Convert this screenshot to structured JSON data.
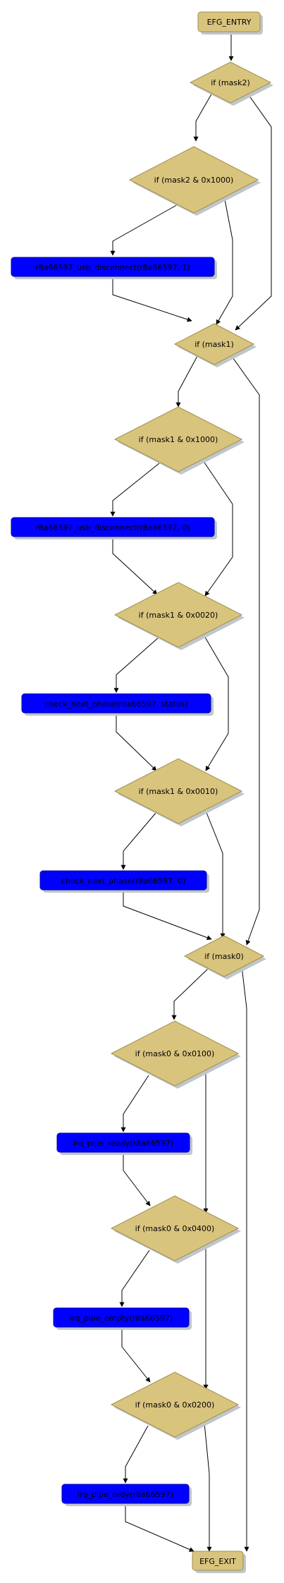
{
  "colors": {
    "decision_fill": "#d9c47e",
    "decision_stroke": "#a08f4c",
    "action_fill": "#0000ff",
    "action_stroke": "#0000a8",
    "action_text": "#000000",
    "text": "#000000",
    "edge": "#000000",
    "shadow": "#bfc6cc"
  },
  "nodes": {
    "entry": "EFG_ENTRY",
    "if_mask2": "if (mask2)",
    "if_mask2_1000": "if (mask2 & 0x1000)",
    "usb_disconnect_1": "r8a66597_usb_disconnect(r8a66597, 1)",
    "if_mask1": "if (mask1)",
    "if_mask1_1000": "if (mask1 & 0x1000)",
    "usb_disconnect_0": "r8a66597_usb_disconnect(r8a66597, 0)",
    "if_mask1_0020": "if (mask1 & 0x0020)",
    "check_next_phase_status": "check_next_phase(r8a66597, status)",
    "if_mask1_0010": "if (mask1 & 0x0010)",
    "check_next_phase_0": "check_next_phase(r8a66597, 0)",
    "if_mask0": "if (mask0)",
    "if_mask0_0100": "if (mask0 & 0x0100)",
    "irq_pipe_ready": "irq_pipe_ready(r8a66597)",
    "if_mask0_0400": "if (mask0 & 0x0400)",
    "irq_pipe_empty": "irq_pipe_empty(r8a66597)",
    "if_mask0_0200": "if (mask0 & 0x0200)",
    "irq_pipe_nrdy": "irq_pipe_nrdy(r8a66597)",
    "exit": "EFG_EXIT"
  }
}
